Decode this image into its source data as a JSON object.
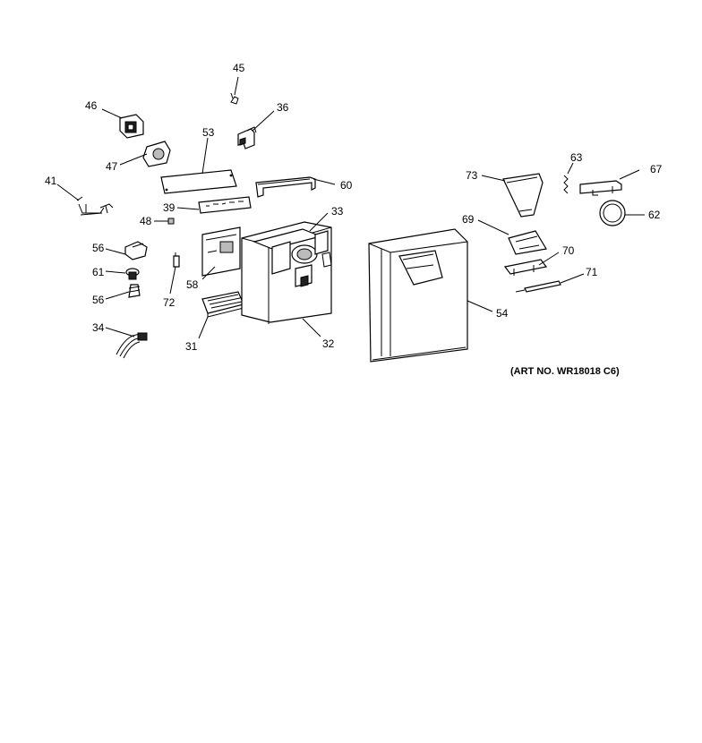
{
  "diagram": {
    "art_number": "(ART NO. WR18018 C6)",
    "callouts": [
      "45",
      "46",
      "36",
      "53",
      "47",
      "41",
      "39",
      "60",
      "33",
      "48",
      "56",
      "61",
      "56",
      "72",
      "58",
      "31",
      "32",
      "34",
      "73",
      "63",
      "67",
      "62",
      "69",
      "70",
      "71",
      "54"
    ]
  }
}
